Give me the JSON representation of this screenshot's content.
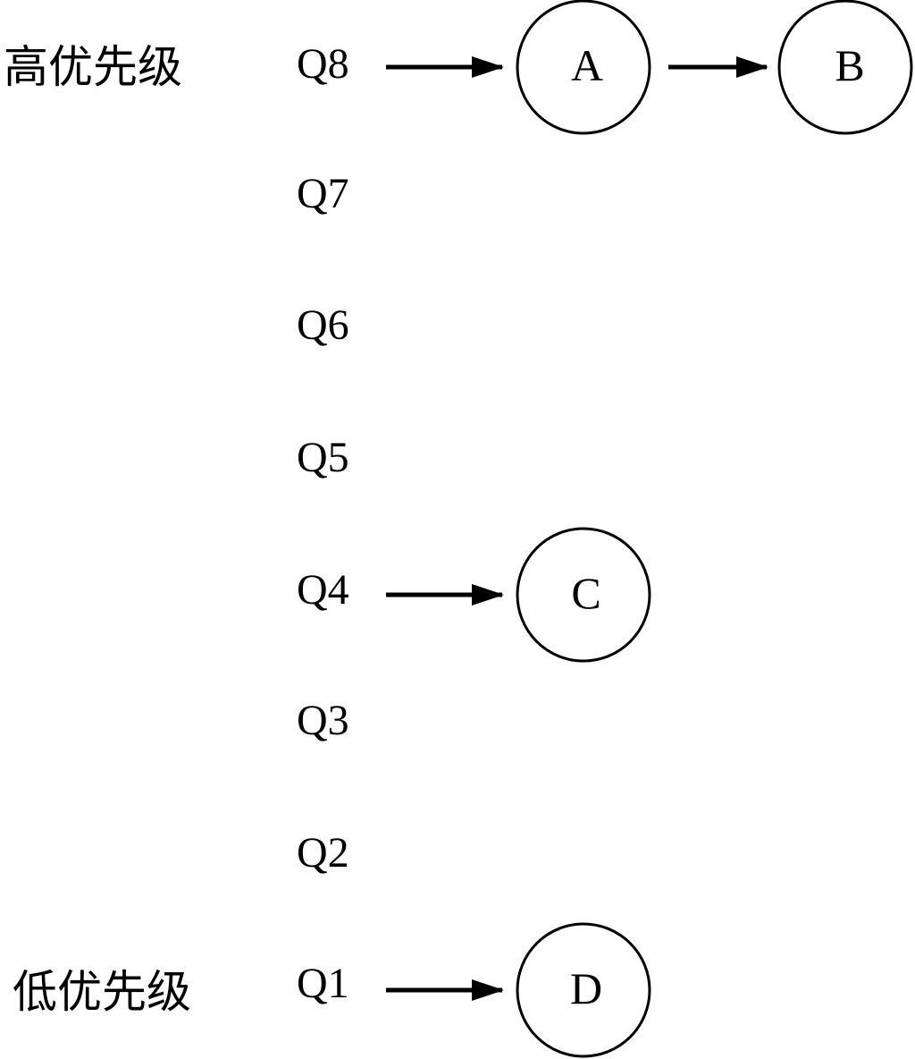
{
  "diagram": {
    "priority_labels": {
      "high": "高优先级",
      "low": "低优先级"
    },
    "queues": [
      {
        "id": "Q8",
        "label": "Q8",
        "items": [
          "A",
          "B"
        ]
      },
      {
        "id": "Q7",
        "label": "Q7",
        "items": []
      },
      {
        "id": "Q6",
        "label": "Q6",
        "items": []
      },
      {
        "id": "Q5",
        "label": "Q5",
        "items": []
      },
      {
        "id": "Q4",
        "label": "Q4",
        "items": [
          "C"
        ]
      },
      {
        "id": "Q3",
        "label": "Q3",
        "items": []
      },
      {
        "id": "Q2",
        "label": "Q2",
        "items": []
      },
      {
        "id": "Q1",
        "label": "Q1",
        "items": [
          "D"
        ]
      }
    ]
  }
}
